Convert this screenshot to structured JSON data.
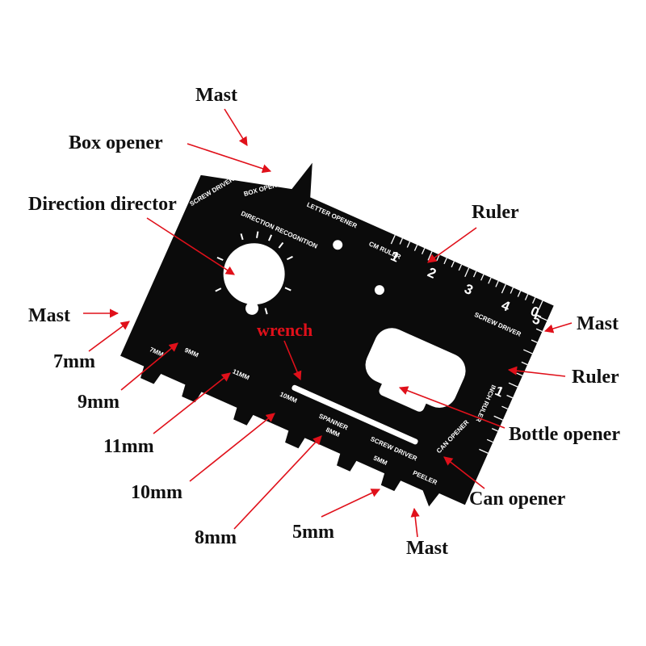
{
  "diagram": {
    "callouts": {
      "mast_top": "Mast",
      "box_opener": "Box opener",
      "direction_director": "Direction director",
      "ruler_top": "Ruler",
      "mast_left": "Mast",
      "mast_right": "Mast",
      "ruler_right": "Ruler",
      "wrench": "wrench",
      "bottle_opener": "Bottle opener",
      "can_opener": "Can opener",
      "mm7": "7mm",
      "mm9": "9mm",
      "mm11": "11mm",
      "mm10": "10mm",
      "mm8": "8mm",
      "mm5": "5mm",
      "mast_bottom": "Mast"
    },
    "card_etching": {
      "letter_opener": "LETTER OPENER",
      "box_opener": "BOX OPENER",
      "direction_recognition": "DIRECTION RECOGNITION",
      "screw_driver_left": "SCREW DRIVER",
      "cm_ruler": "CM RULER",
      "screw_driver_right": "SCREW DRIVER",
      "inch_ruler": "INCH RULER",
      "mm7": "7MM",
      "mm9": "9MM",
      "mm11": "11MM",
      "mm10": "10MM",
      "mm8": "8MM",
      "mm5": "5MM",
      "spanner": "SPANNER",
      "screw_driver_bottom": "SCREW DRIVER",
      "peeler": "PEELER",
      "can_opener": "CAN OPENER",
      "cm_ticks": [
        "1",
        "2",
        "3",
        "4",
        "5"
      ],
      "inch_ticks": [
        "0",
        "1"
      ]
    },
    "colors": {
      "card": "#0b0b0b",
      "arrow": "#e0101a",
      "label": "#111111",
      "wrench_label": "#e0101a"
    }
  }
}
